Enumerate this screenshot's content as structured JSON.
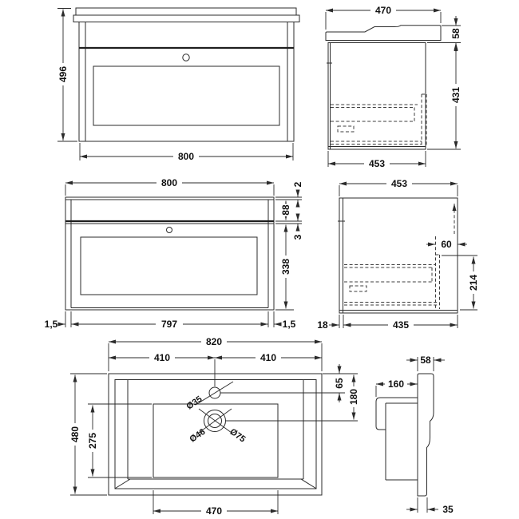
{
  "drawing": {
    "subject": "wall-hung vanity unit with basin - dimensioned orthographic views",
    "colors": {
      "background": "#ffffff",
      "line": "#2b2b2b",
      "text": "#111111"
    },
    "views": {
      "front": {
        "height": "496",
        "width": "800"
      },
      "side": {
        "top_width": "470",
        "basin_height": "58",
        "cabinet_height": "431",
        "bottom_width": "453"
      },
      "cabinet_front": {
        "width": "800",
        "top_gap": "2",
        "top_rail": "88",
        "mid_gap": "3",
        "lower_panel": "338",
        "left_edge": "1,5",
        "inner_width": "797",
        "right_edge": "1,5"
      },
      "cabinet_side": {
        "top_width": "453",
        "back_offset": "60",
        "inner_height": "214",
        "wall_gap": "18",
        "bottom_width": "435"
      },
      "plan": {
        "overall_width": "820",
        "half_left": "410",
        "half_right": "410",
        "tap_offset": "65",
        "waste_offset": "180",
        "overall_depth": "480",
        "bowl_depth": "275",
        "bowl_width": "470",
        "tap_hole_dia": "Ø35",
        "waste_inner_dia": "Ø46",
        "waste_outer_dia": "Ø75"
      },
      "basin_side": {
        "top_thickness": "58",
        "rim_depth": "160",
        "bottom_thickness": "35"
      }
    }
  }
}
